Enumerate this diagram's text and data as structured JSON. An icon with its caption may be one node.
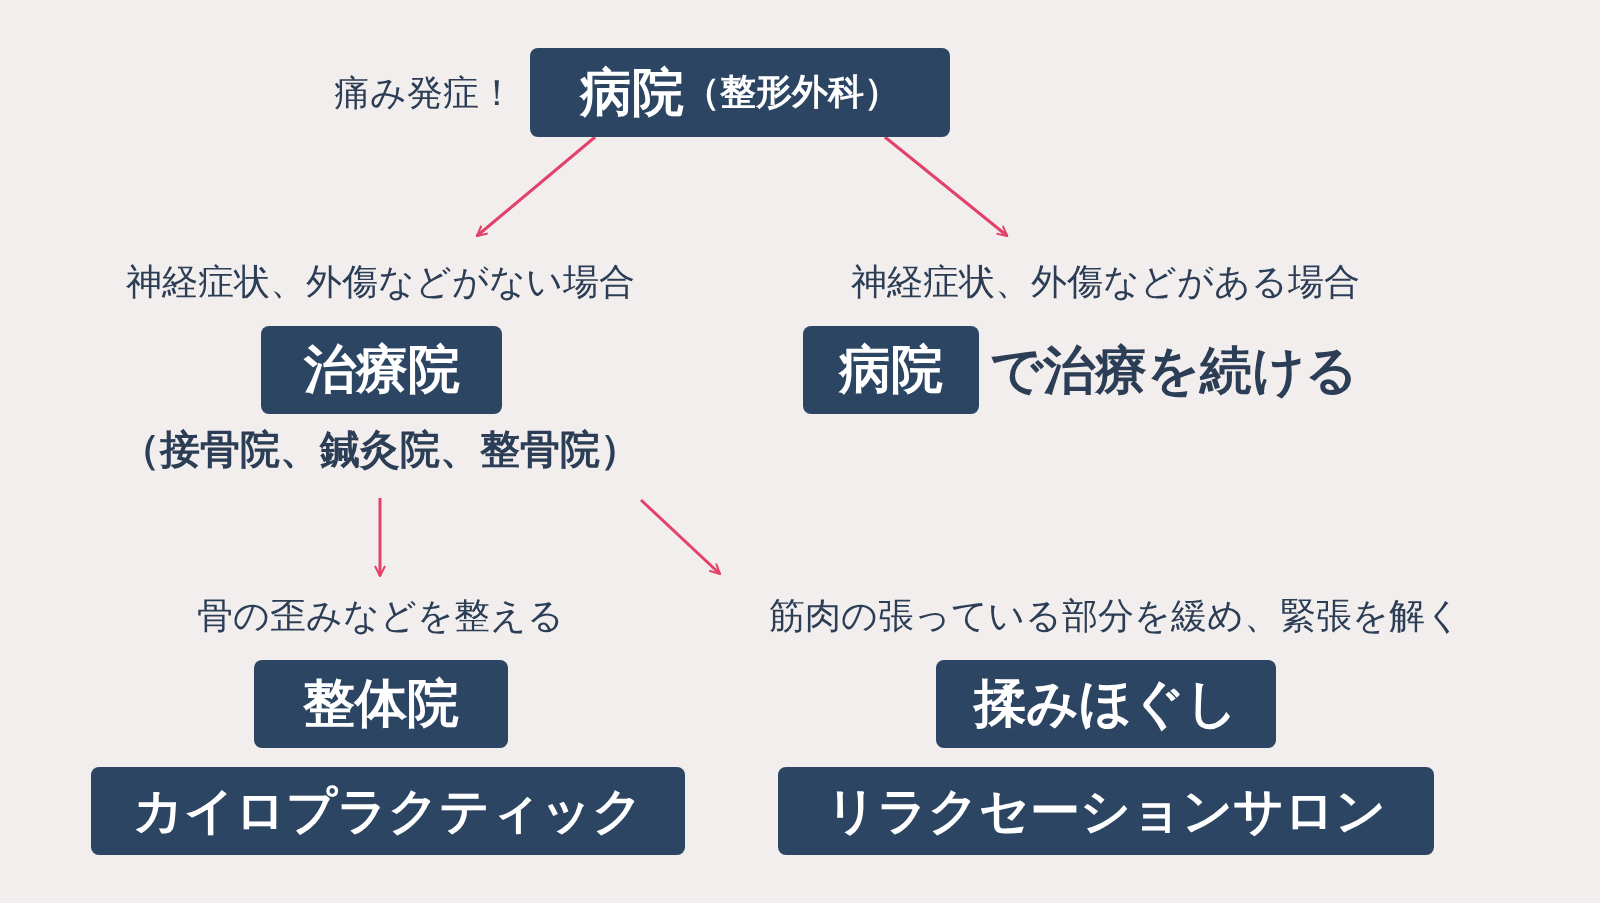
{
  "diagram": {
    "nodes": [
      {
        "text": [
          "病院",
          "（整形外科）"
        ],
        "beside": [
          "痛み発症！"
        ]
      },
      {
        "text": [
          "神経症状、外傷などがない場合",
          "治療院"
        ],
        "beside": [
          "（接骨院、鍼灸院、整骨院）"
        ]
      },
      {
        "text": [
          "神経症状、外傷などがある場合",
          "病院"
        ],
        "beside": [
          "で治療を続ける"
        ]
      },
      {
        "text": [
          "骨の歪みなどを整える",
          "整体院"
        ]
      },
      {
        "text": [
          "カイロプラクティック"
        ]
      },
      {
        "text": [
          "筋肉の張っている部分を緩め、緊張を解く",
          "揉みほぐし"
        ]
      },
      {
        "text": [
          "リラクセーションサロン"
        ]
      }
    ],
    "edges": [
      {
        "from": 0,
        "to": 1,
        "arrow": "to"
      },
      {
        "from": 0,
        "to": 2,
        "arrow": "to"
      },
      {
        "from": 1,
        "to": 3,
        "arrow": "to"
      },
      {
        "from": 1,
        "to": 5,
        "arrow": "to"
      }
    ]
  }
}
